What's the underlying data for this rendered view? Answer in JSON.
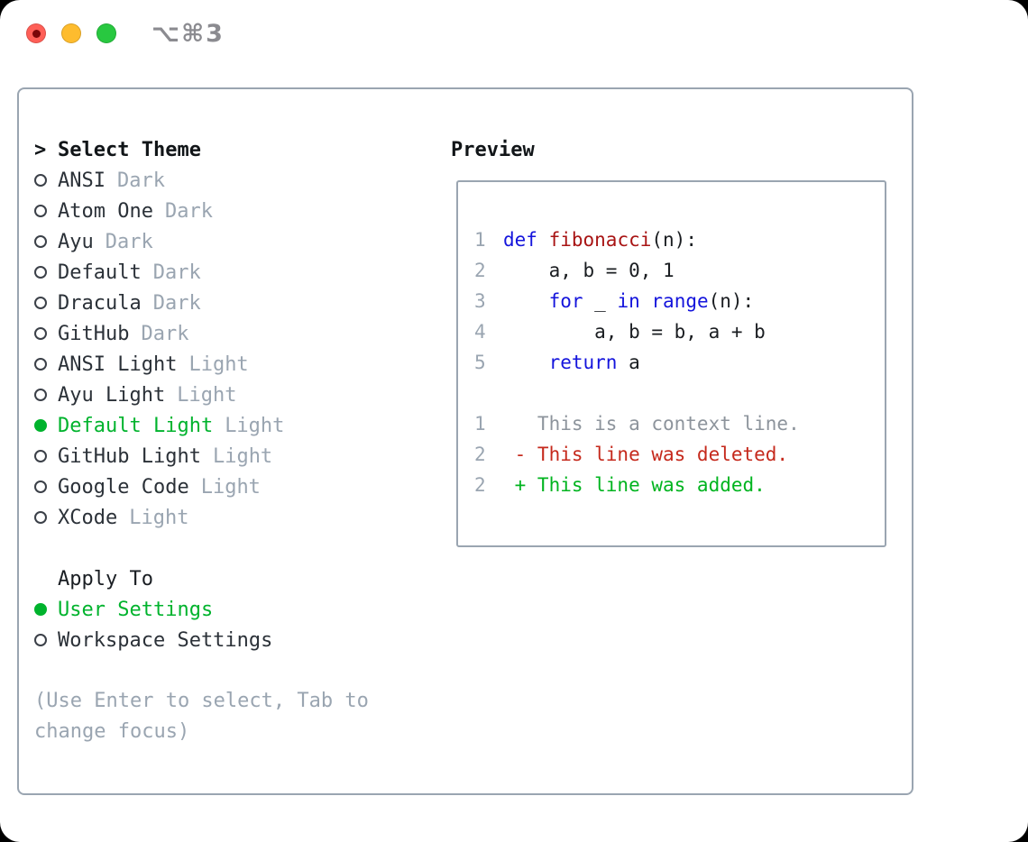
{
  "window": {
    "shortcut_label": "⌥⌘3",
    "buttons": [
      {
        "id": "close",
        "color": "#ff5f57"
      },
      {
        "id": "minimize",
        "color": "#febc2e"
      },
      {
        "id": "zoom",
        "color": "#28c840"
      }
    ]
  },
  "theme_picker": {
    "prompt_char": ">",
    "title": "Select Theme",
    "themes": [
      {
        "name": "ANSI",
        "variant": "Dark",
        "selected": false
      },
      {
        "name": "Atom One",
        "variant": "Dark",
        "selected": false
      },
      {
        "name": "Ayu",
        "variant": "Dark",
        "selected": false
      },
      {
        "name": "Default",
        "variant": "Dark",
        "selected": false
      },
      {
        "name": "Dracula",
        "variant": "Dark",
        "selected": false
      },
      {
        "name": "GitHub",
        "variant": "Dark",
        "selected": false
      },
      {
        "name": "ANSI Light",
        "variant": "Light",
        "selected": false
      },
      {
        "name": "Ayu Light",
        "variant": "Light",
        "selected": false
      },
      {
        "name": "Default Light",
        "variant": "Light",
        "selected": true
      },
      {
        "name": "GitHub Light",
        "variant": "Light",
        "selected": false
      },
      {
        "name": "Google Code",
        "variant": "Light",
        "selected": false
      },
      {
        "name": "XCode",
        "variant": "Light",
        "selected": false
      }
    ],
    "apply_to": {
      "title": "Apply To",
      "options": [
        {
          "name": "User Settings",
          "selected": true
        },
        {
          "name": "Workspace Settings",
          "selected": false
        }
      ]
    },
    "help_text": "(Use Enter to select, Tab to change focus)"
  },
  "preview": {
    "title": "Preview",
    "code_lines": [
      {
        "number": "1",
        "tokens": [
          {
            "text": "def",
            "type": "keyword"
          },
          {
            "text": " ",
            "type": "plain"
          },
          {
            "text": "fibonacci",
            "type": "function"
          },
          {
            "text": "(n):",
            "type": "plain"
          }
        ]
      },
      {
        "number": "2",
        "tokens": [
          {
            "text": "    a, b = 0, 1",
            "type": "plain"
          }
        ]
      },
      {
        "number": "3",
        "tokens": [
          {
            "text": "    ",
            "type": "plain"
          },
          {
            "text": "for",
            "type": "keyword"
          },
          {
            "text": " _ ",
            "type": "plain"
          },
          {
            "text": "in",
            "type": "keyword"
          },
          {
            "text": " ",
            "type": "plain"
          },
          {
            "text": "range",
            "type": "keyword"
          },
          {
            "text": "(n):",
            "type": "plain"
          }
        ]
      },
      {
        "number": "4",
        "tokens": [
          {
            "text": "        a, b = b, a + b",
            "type": "plain"
          }
        ]
      },
      {
        "number": "5",
        "tokens": [
          {
            "text": "    ",
            "type": "plain"
          },
          {
            "text": "return",
            "type": "keyword"
          },
          {
            "text": " a",
            "type": "plain"
          }
        ]
      }
    ],
    "diff_lines": [
      {
        "number": "1",
        "text": "   This is a context line.",
        "type": "context"
      },
      {
        "number": "2",
        "text": " - This line was deleted.",
        "type": "deleted"
      },
      {
        "number": "2",
        "text": " + This line was added.",
        "type": "added"
      }
    ]
  },
  "colors": {
    "selection_green": "#00b32d",
    "keyword_blue": "#1414dc",
    "function_red": "#a81414",
    "diff_deleted_red": "#c5291c",
    "diff_added_green": "#00b41f",
    "diff_context_gray": "#8d949c",
    "muted_gray": "#9aa5b1",
    "text_dark": "#111518"
  }
}
